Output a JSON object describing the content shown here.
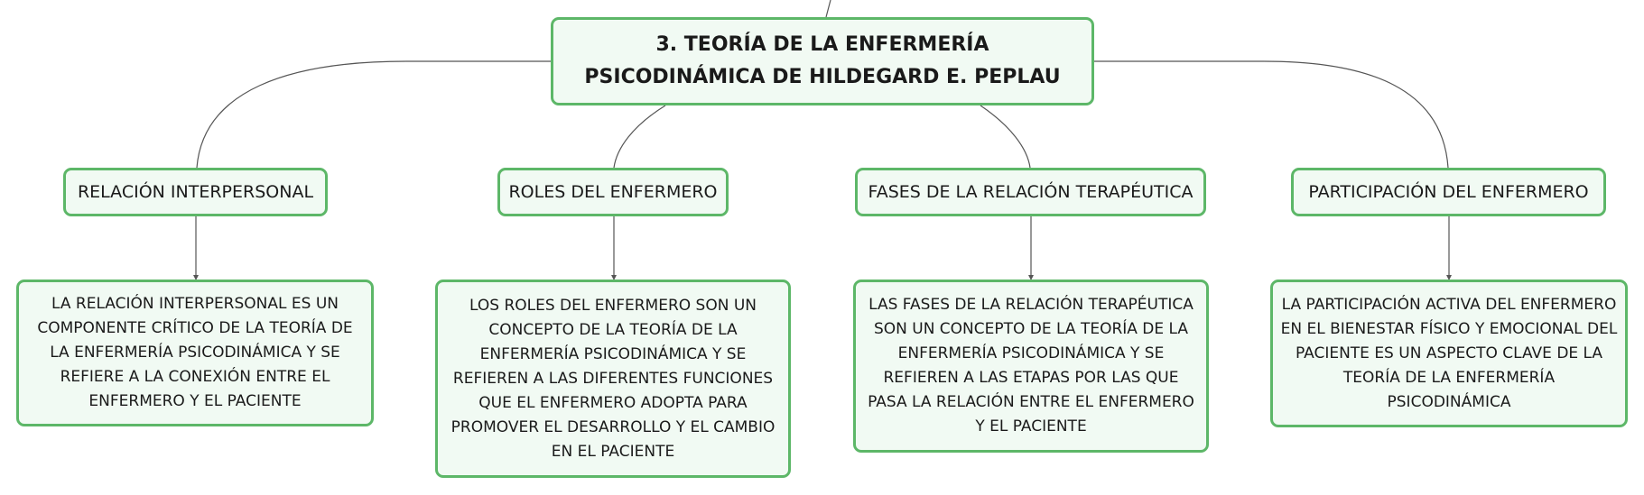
{
  "map": {
    "root": {
      "title": "3. TEORÍA DE LA ENFERMERÍA PSICODINÁMICA DE HILDEGARD E. PEPLAU"
    },
    "branches": [
      {
        "label": "RELACIÓN INTERPERSONAL",
        "detail": "LA RELACIÓN INTERPERSONAL ES UN COMPONENTE CRÍTICO DE LA TEORÍA DE LA ENFERMERÍA PSICODINÁMICA Y SE REFIERE A LA CONEXIÓN ENTRE EL ENFERMERO Y EL PACIENTE"
      },
      {
        "label": "ROLES DEL ENFERMERO",
        "detail": "LOS ROLES DEL ENFERMERO SON UN CONCEPTO DE LA TEORÍA DE LA ENFERMERÍA PSICODINÁMICA Y SE REFIEREN A LAS DIFERENTES FUNCIONES QUE EL ENFERMERO ADOPTA PARA PROMOVER EL DESARROLLO Y EL CAMBIO EN EL PACIENTE"
      },
      {
        "label": "FASES DE LA RELACIÓN TERAPÉUTICA",
        "detail": "LAS FASES DE LA RELACIÓN TERAPÉUTICA SON UN CONCEPTO DE LA TEORÍA DE LA ENFERMERÍA PSICODINÁMICA Y SE REFIEREN A LAS ETAPAS POR LAS QUE PASA LA RELACIÓN ENTRE EL ENFERMERO Y EL PACIENTE"
      },
      {
        "label": "PARTICIPACIÓN DEL ENFERMERO",
        "detail": "LA PARTICIPACIÓN ACTIVA DEL ENFERMERO EN EL BIENESTAR FÍSICO Y EMOCIONAL DEL PACIENTE ES UN ASPECTO CLAVE DE LA TEORÍA DE LA ENFERMERÍA PSICODINÁMICA"
      }
    ],
    "colors": {
      "border": "#5db768",
      "fill": "#f1faf3",
      "line": "#555555"
    }
  }
}
